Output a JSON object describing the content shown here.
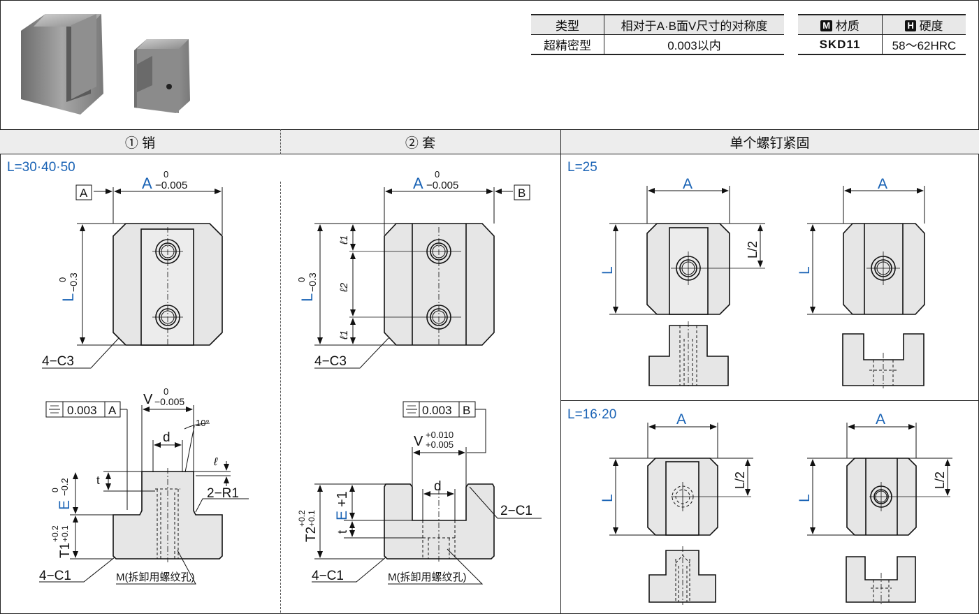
{
  "spec_table": {
    "headers": [
      "类型",
      "相对于A·B面V尺寸的对称度"
    ],
    "rows": [
      [
        "超精密型",
        "0.003以内"
      ]
    ]
  },
  "material_table": {
    "headers": [
      "材质",
      "硬度"
    ],
    "header_icons": [
      "M",
      "H"
    ],
    "rows": [
      [
        "SKD11",
        "58～62HRC"
      ]
    ]
  },
  "sections": {
    "pin": "① 销",
    "sleeve": "② 套",
    "single": "单个螺钉紧固"
  },
  "length_labels": {
    "pin": "L=30·40·50",
    "l25": "L=25",
    "l1620": "L=16·20"
  },
  "dims": {
    "A": "A",
    "tol_zero": "0",
    "tol_a": "−0.005",
    "L": "L",
    "tol_l": "−0.3",
    "datum_a": "A",
    "datum_b": "B",
    "chamfer_c3": "4−C3",
    "chamfer_c1": "4−C1",
    "flatness": "0.003",
    "V": "V",
    "tol_v": "−0.005",
    "tol_v_up": "+0.010",
    "tol_v_dn": "+0.005",
    "d": "d",
    "angle": "10°",
    "l": "ℓ",
    "l1": "ℓ1",
    "l2": "ℓ2",
    "t": "t",
    "E": "E",
    "tol_e": "−0.2",
    "tol_e_plus": "+1",
    "T1": "T1",
    "T2": "T2",
    "tol_t_up": "+0.2",
    "tol_t_dn": "+0.1",
    "r1": "2−R1",
    "c1": "2−C1",
    "thread": "M(拆卸用螺纹孔)",
    "half_l": "L/2"
  }
}
